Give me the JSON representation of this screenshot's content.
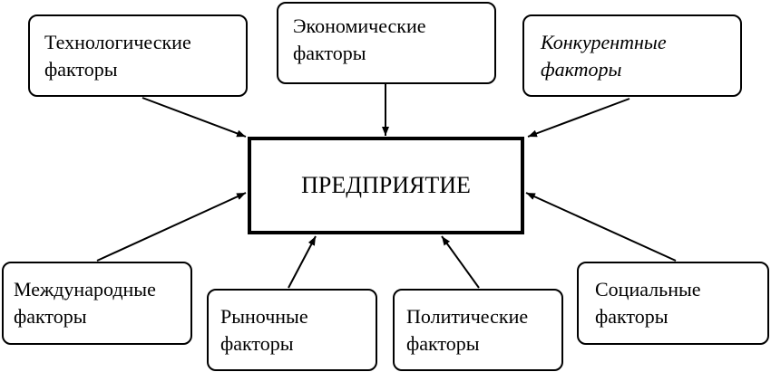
{
  "center": {
    "label": "ПРЕДПРИЯТИЕ"
  },
  "factors": {
    "technological": {
      "line1": "Технологические",
      "line2": "факторы"
    },
    "economic": {
      "line1": "Экономические",
      "line2": "факторы"
    },
    "competitive": {
      "line1": "Конкурентные",
      "line2": "факторы"
    },
    "international": {
      "line1": "Международные",
      "line2": "факторы"
    },
    "market": {
      "line1": "Рыночные",
      "line2": "факторы"
    },
    "political": {
      "line1": "Политические",
      "line2": "факторы"
    },
    "social": {
      "line1": "Социальные",
      "line2": "факторы"
    }
  },
  "colors": {
    "stroke": "#000000",
    "background": "#ffffff"
  }
}
